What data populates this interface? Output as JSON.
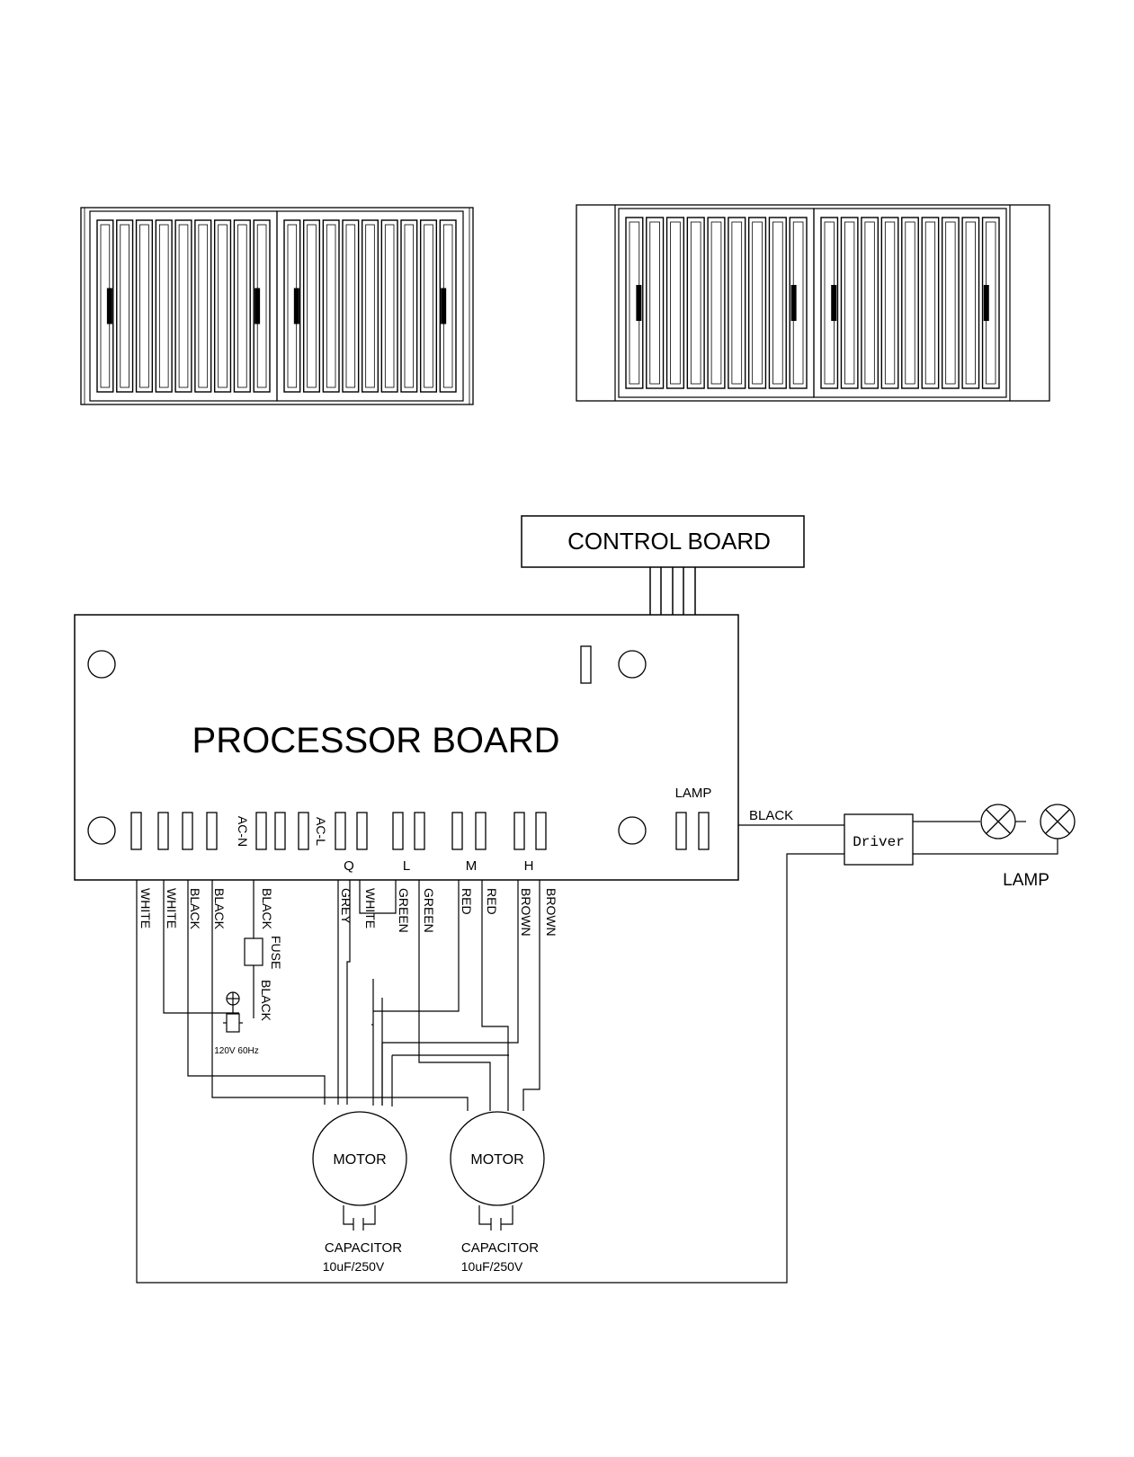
{
  "diagram": {
    "control_board": "CONTROL BOARD",
    "processor_board": "PROCESSOR BOARD",
    "terminal_labels": {
      "ac_n": "AC-N",
      "ac_l": "AC-L",
      "q": "Q",
      "l": "L",
      "m": "M",
      "h": "H",
      "lamp": "LAMP"
    },
    "wires": [
      "WHITE",
      "WHITE",
      "BLACK",
      "BLACK",
      "BLACK",
      "GREY",
      "WHITE",
      "GREEN",
      "GREEN",
      "RED",
      "RED",
      "BROWN",
      "BROWN"
    ],
    "fuse": "FUSE",
    "fuse_output": "BLACK",
    "supply": "120V 60Hz",
    "lamp_wire": "BLACK",
    "driver": "Driver",
    "lamp_label": "LAMP",
    "motors": [
      {
        "label": "MOTOR",
        "capacitor": "CAPACITOR",
        "rating": "10uF/250V"
      },
      {
        "label": "MOTOR",
        "capacitor": "CAPACITOR",
        "rating": "10uF/250V"
      }
    ]
  }
}
